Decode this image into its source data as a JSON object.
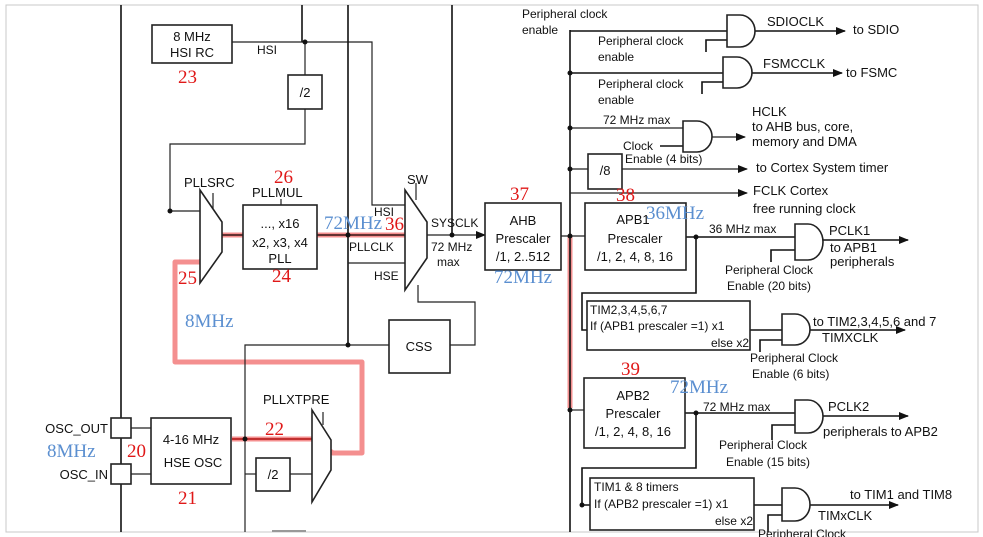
{
  "hsi": {
    "box_line1": "8 MHz",
    "box_line2": "HSI RC",
    "wire_label": "HSI",
    "div2": "/2"
  },
  "pllsrc": {
    "label": "PLLSRC"
  },
  "pll": {
    "mul_label": "PLLMUL",
    "line1": "..., x16",
    "line2": "x2, x3, x4",
    "line3": "PLL",
    "pllclk": "PLLCLK"
  },
  "sw": {
    "label": "SW",
    "hsi_in": "HSI",
    "hse_in": "HSE",
    "sysclk": "SYSCLK",
    "max1": "72 MHz",
    "max2": "max"
  },
  "css": {
    "label": "CSS"
  },
  "hse": {
    "osc_out": "OSC_OUT",
    "osc_in": "OSC_IN",
    "line1": "4-16 MHz",
    "line2": "HSE OSC",
    "div2": "/2",
    "pllxtpre": "PLLXTPRE"
  },
  "ahb": {
    "line1": "AHB",
    "line2": "Prescaler",
    "line3": "/1, 2..512"
  },
  "sdio": {
    "enable_top1": "Peripheral clock",
    "enable_top2": "enable",
    "enable1": "Peripheral clock",
    "enable2": "enable",
    "clk": "SDIOCLK",
    "dest": "to SDIO"
  },
  "fsmc": {
    "enable1": "Peripheral clock",
    "enable2": "enable",
    "clk": "FSMCCLK",
    "dest": "to FSMC"
  },
  "hclk": {
    "max": "72 MHz max",
    "enable1": "Clock",
    "enable2": "Enable (4 bits)",
    "name": "HCLK",
    "dest1": "to AHB bus, core,",
    "dest2": "memory and DMA"
  },
  "systick": {
    "div": "/8",
    "dest": "to Cortex System timer"
  },
  "fclk": {
    "line1": "FCLK Cortex",
    "line2": "free running clock"
  },
  "apb1": {
    "line1": "APB1",
    "line2": "Prescaler",
    "line3": "/1, 2, 4, 8, 16",
    "max": "36 MHz max",
    "enable1": "Peripheral Clock",
    "enable2": "Enable (20 bits)",
    "clk": "PCLK1",
    "dest1": "to APB1",
    "dest2": "peripherals"
  },
  "tim2": {
    "line1": "TIM2,3,4,5,6,7",
    "line2": "If (APB1 prescaler =1) x1",
    "line3": "else  x2",
    "dest": "to TIM2,3,4,5,6 and 7",
    "clk": "TIMXCLK",
    "enable1": "Peripheral Clock",
    "enable2": "Enable (6 bits)"
  },
  "apb2": {
    "line1": "APB2",
    "line2": "Prescaler",
    "line3": "/1, 2, 4, 8, 16",
    "max": "72 MHz max",
    "enable1": "Peripheral Clock",
    "enable2": "Enable (15 bits)",
    "clk": "PCLK2",
    "dest": "peripherals to APB2"
  },
  "tim1": {
    "line1": "TIM1 & 8 timers",
    "line2": "If (APB2 prescaler =1) x1",
    "line3": "else x2",
    "dest": "to TIM1 and TIM8",
    "clk": "TIMxCLK",
    "enable1": "Peripheral Clock"
  },
  "annotations": {
    "n20": "20",
    "n21": "21",
    "n22": "22",
    "n23": "23",
    "n24": "24",
    "n25": "25",
    "n26": "26",
    "n36": "36",
    "n37": "37",
    "n38": "38",
    "n39": "39",
    "f_osc": "8MHz",
    "f_pllsrc": "8MHz",
    "f_pll": "72MHz",
    "f_ahb": "72MHz",
    "f_apb1": "36MHz",
    "f_apb2": "72MHz"
  },
  "colors": {
    "highlight": "#f06a6a",
    "annotation_number": "#e01818",
    "annotation_frequency": "#5b8fd0"
  }
}
